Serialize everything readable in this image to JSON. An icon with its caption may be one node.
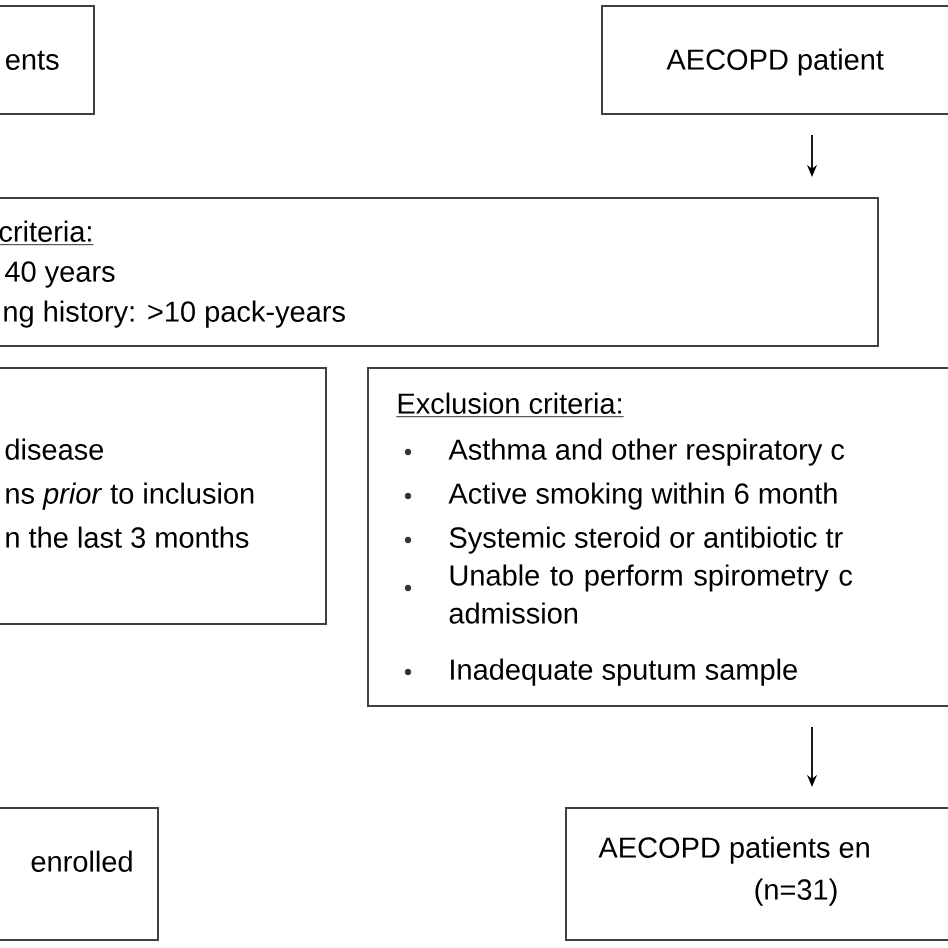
{
  "diagram": {
    "nodes": [
      {
        "text": [
          "ents"
        ]
      },
      {
        "text": [
          "AECOPD patient"
        ]
      },
      {
        "text": [
          "criteria:",
          "40 years",
          "ng history: >10 pack-years"
        ]
      },
      {
        "text": [
          "disease",
          "ns *prior* to inclusion",
          "n the last 3 months"
        ]
      },
      {
        "text": [
          "Exclusion criteria:",
          "Asthma and other respiratory c",
          "Active smoking within 6 month",
          "Systemic steroid or antibiotic tr",
          "Unable to perform spirometry c admission",
          "Inadequate sputum sample"
        ]
      },
      {
        "text": [
          "enrolled"
        ]
      },
      {
        "text": [
          "AECOPD patients en",
          "(n=31)"
        ]
      }
    ],
    "edges": [
      {
        "from": 1,
        "to": 2,
        "arrow": "to"
      },
      {
        "from": 4,
        "to": 6,
        "arrow": "to"
      }
    ]
  }
}
